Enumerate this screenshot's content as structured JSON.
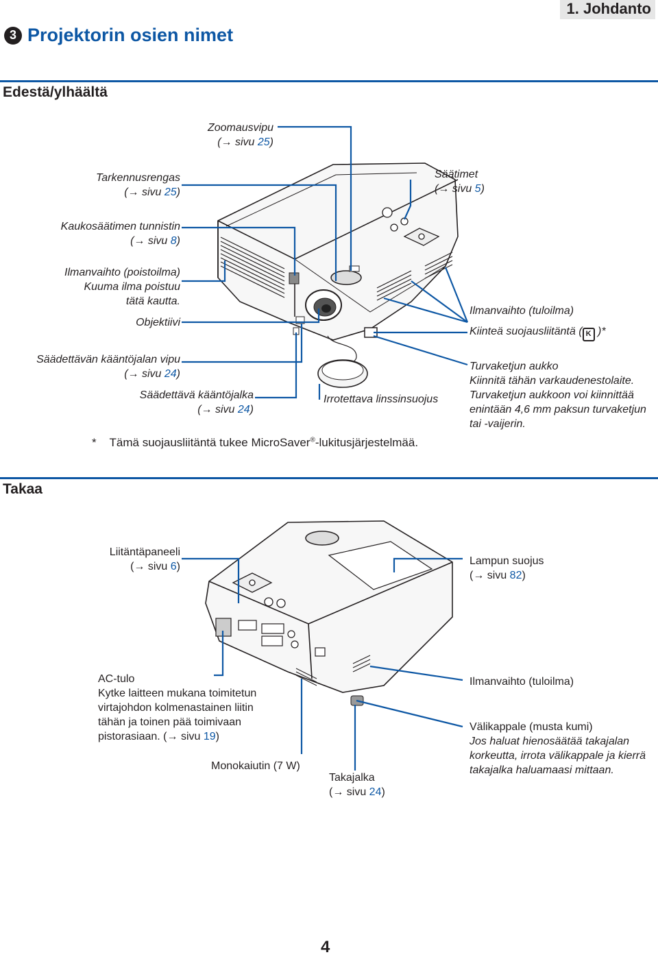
{
  "header": {
    "chapter": "1. Johdanto"
  },
  "title": {
    "number": "3",
    "text": "Projektorin osien nimet"
  },
  "front": {
    "heading": "Edestä/ylhäältä",
    "zoom": {
      "line1": "Zoomausvipu",
      "arrow": "(→ sivu ",
      "page": "25",
      "close": ")"
    },
    "focus": {
      "line1": "Tarkennusrengas",
      "arrow": "(→ sivu ",
      "page": "25",
      "close": ")"
    },
    "controls": {
      "line1": "Säätimet",
      "arrow": "(→ sivu ",
      "page": "5",
      "close": ")"
    },
    "remote": {
      "line1": "Kaukosäätimen tunnistin",
      "arrow": "(→ sivu ",
      "page": "8",
      "close": ")"
    },
    "vent_out": {
      "line1": "Ilmanvaihto (poistoilma)",
      "line2": "Kuuma ilma poistuu",
      "line3": "tätä kautta."
    },
    "lens": "Objektiivi",
    "vent_in": "Ilmanvaihto (tuloilma)",
    "security_slot": {
      "text": "Kiinteä suojausliitäntä (",
      "close": " )*"
    },
    "tilt_lever": {
      "line1": "Säädettävän kääntöjalan vipu",
      "arrow": "(→ sivu ",
      "page": "24",
      "close": ")"
    },
    "tilt_foot": {
      "line1": "Säädettävä kääntöjalka",
      "arrow": "(→ sivu ",
      "page": "24",
      "close": ")"
    },
    "lens_cap": "Irrotettava linssinsuojus",
    "chain_hole": {
      "line1": "Turvaketjun aukko",
      "line2": "Kiinnitä tähän varkaudenestolaite.",
      "line3": "Turvaketjun aukkoon voi kiinnittää",
      "line4": "enintään 4,6 mm paksun turvaketjun",
      "line5": "tai -vaijerin."
    },
    "footnote": {
      "mark": "*",
      "text": "Tämä suojausliitäntä tukee MicroSaver",
      "reg": "®",
      "after": "-lukitusjärjestelmää."
    }
  },
  "rear": {
    "heading": "Takaa",
    "terminal": {
      "line1": "Liitäntäpaneeli",
      "arrow": "(→ sivu ",
      "page": "6",
      "close": ")"
    },
    "lamp_cover": {
      "line1": "Lampun suojus",
      "arrow": "(→ sivu ",
      "page": "82",
      "close": ")"
    },
    "ac_in": {
      "line1": "AC-tulo",
      "line2": "Kytke laitteen mukana toimitetun",
      "line3": "virtajohdon kolmenastainen liitin",
      "line4": "tähän ja toinen pää toimivaan",
      "line5a": "pistorasiaan. (→ sivu ",
      "page": "19",
      "close": ")"
    },
    "vent_in": "Ilmanvaihto (tuloilma)",
    "spacer": {
      "line1": "Välikappale (musta kumi)",
      "line2": "Jos haluat hienosäätää takajalan",
      "line3": "korkeutta, irrota välikappale ja kierrä",
      "line4": "takajalka haluamaasi mittaan."
    },
    "speaker": "Monokaiutin (7 W)",
    "rear_foot": {
      "line1": "Takajalka",
      "arrow": "(→ sivu ",
      "page": "24",
      "close": ")"
    }
  },
  "page_number": "4",
  "colors": {
    "accent": "#0d57a4",
    "text": "#231f20"
  }
}
